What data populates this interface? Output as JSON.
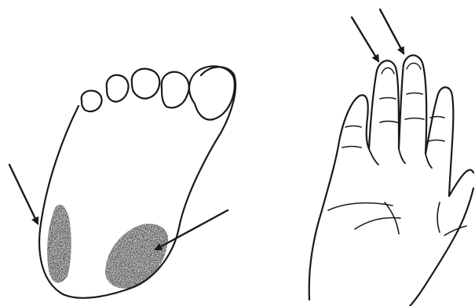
{
  "figure": {
    "panels": [
      {
        "name": "foot-sole",
        "arrow_count": 2,
        "shaded_region_count": 2
      },
      {
        "name": "palm-hand",
        "arrow_count": 2,
        "shaded_region_count": 0
      }
    ]
  },
  "colors": {
    "background": "#ffffff",
    "line": "#1a1a1a",
    "shading": "#3a3a3a"
  }
}
